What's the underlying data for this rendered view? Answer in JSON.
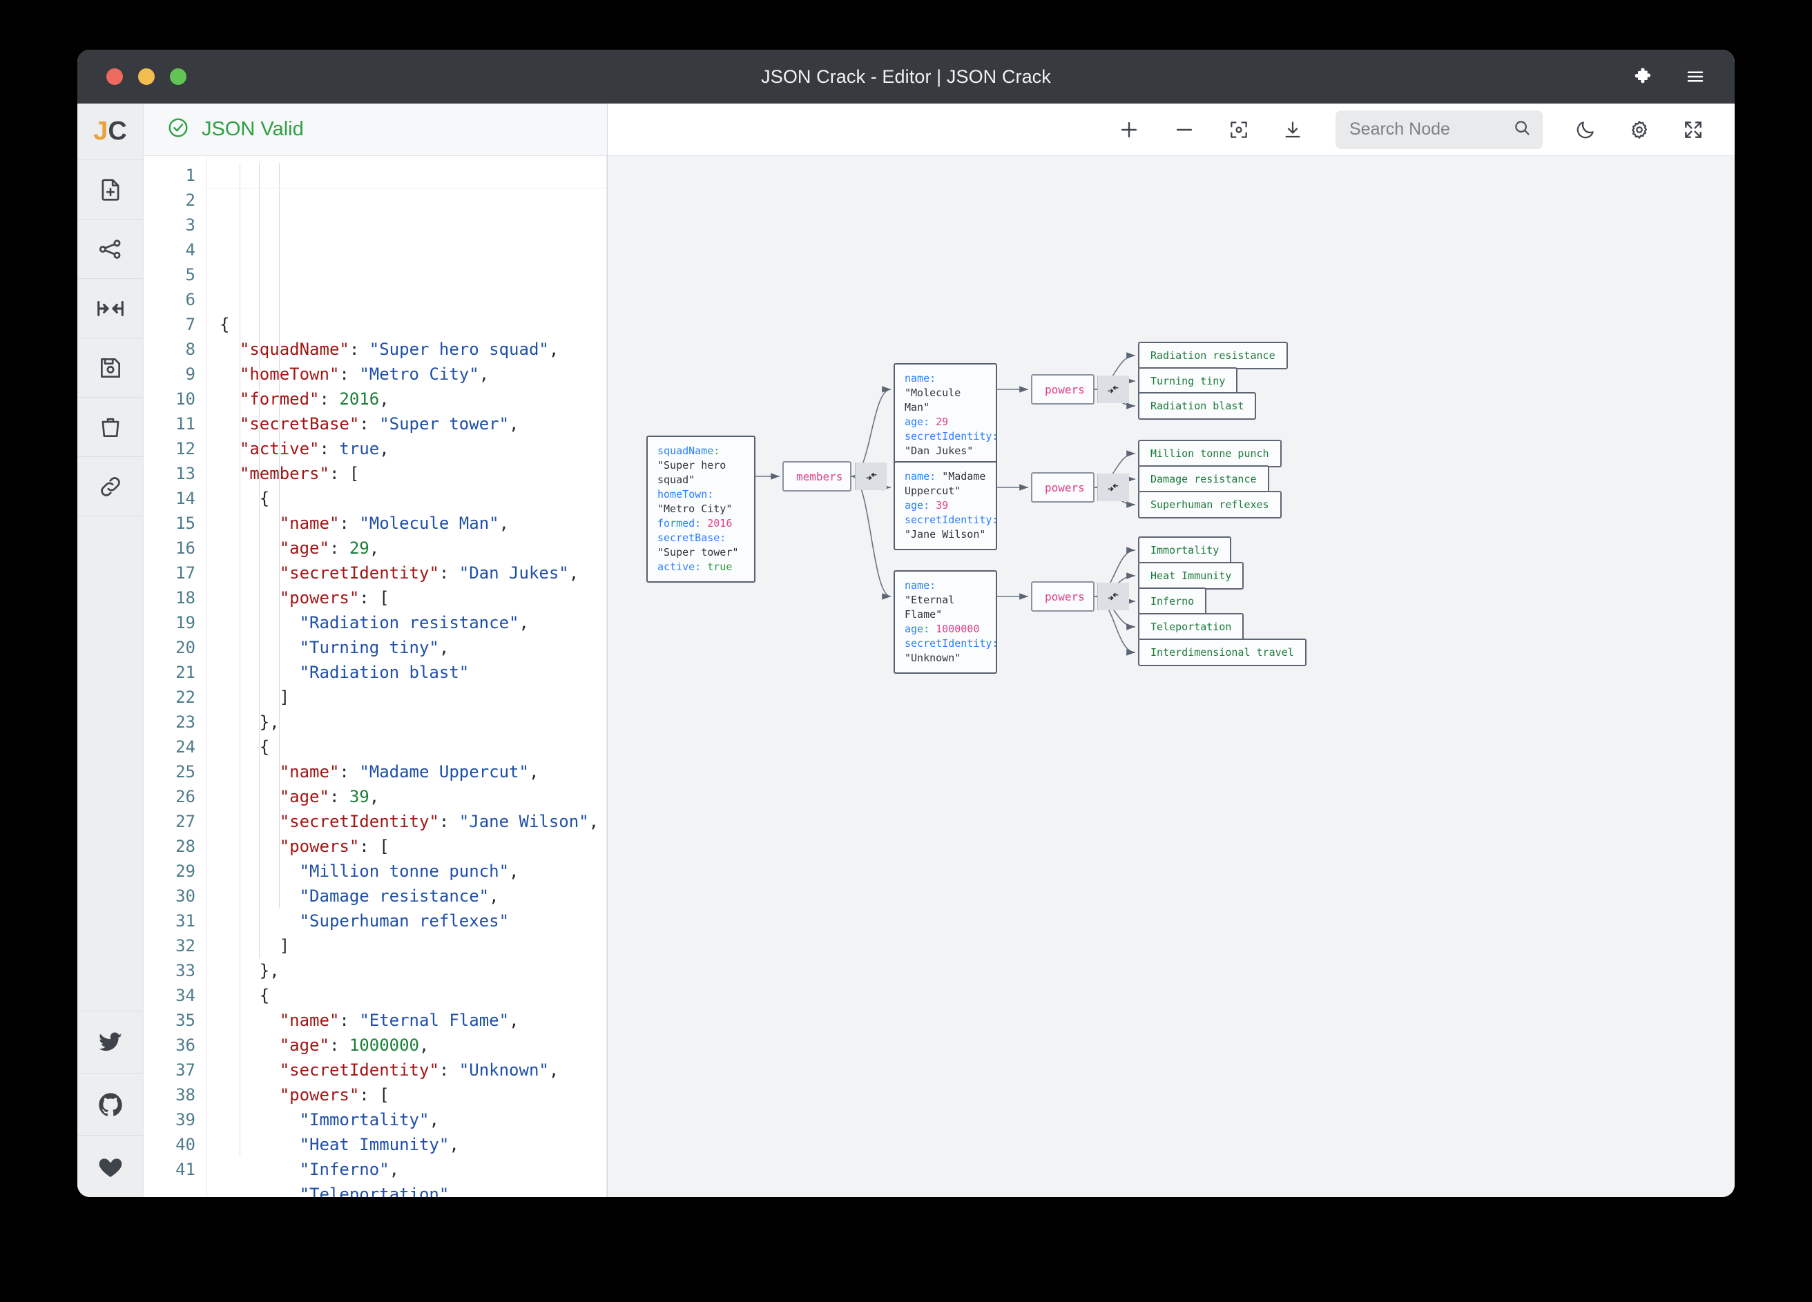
{
  "window": {
    "title": "JSON Crack - Editor | JSON Crack",
    "traffic_lights": [
      "close-red",
      "minimize-yellow",
      "maximize-green"
    ],
    "right_icons": [
      "puzzle-extension-icon",
      "hamburger-menu-icon"
    ]
  },
  "rail": {
    "logo": {
      "j": "J",
      "c": "C"
    },
    "items": [
      {
        "name": "new-document-icon",
        "label": "New Document"
      },
      {
        "name": "share-graph-icon",
        "label": "Share"
      },
      {
        "name": "collapse-expand-icon",
        "label": "Collapse"
      },
      {
        "name": "save-icon",
        "label": "Save"
      },
      {
        "name": "delete-icon",
        "label": "Delete"
      },
      {
        "name": "link-icon",
        "label": "Link"
      }
    ],
    "social": [
      {
        "name": "twitter-icon",
        "label": "Twitter"
      },
      {
        "name": "github-icon",
        "label": "GitHub"
      },
      {
        "name": "heart-icon",
        "label": "Sponsor"
      }
    ]
  },
  "editor": {
    "status": "JSON Valid",
    "status_color": "#2f9e44",
    "status_icon": "check-circle-icon",
    "total_lines": 41,
    "lines": [
      {
        "n": 1,
        "tokens": [
          {
            "t": "p",
            "v": "{"
          }
        ]
      },
      {
        "n": 2,
        "tokens": [
          {
            "t": "p",
            "v": "  "
          },
          {
            "t": "k",
            "v": "\"squadName\""
          },
          {
            "t": "p",
            "v": ": "
          },
          {
            "t": "s",
            "v": "\"Super hero squad\""
          },
          {
            "t": "p",
            "v": ","
          }
        ]
      },
      {
        "n": 3,
        "tokens": [
          {
            "t": "p",
            "v": "  "
          },
          {
            "t": "k",
            "v": "\"homeTown\""
          },
          {
            "t": "p",
            "v": ": "
          },
          {
            "t": "s",
            "v": "\"Metro City\""
          },
          {
            "t": "p",
            "v": ","
          }
        ]
      },
      {
        "n": 4,
        "tokens": [
          {
            "t": "p",
            "v": "  "
          },
          {
            "t": "k",
            "v": "\"formed\""
          },
          {
            "t": "p",
            "v": ": "
          },
          {
            "t": "n",
            "v": "2016"
          },
          {
            "t": "p",
            "v": ","
          }
        ]
      },
      {
        "n": 5,
        "tokens": [
          {
            "t": "p",
            "v": "  "
          },
          {
            "t": "k",
            "v": "\"secretBase\""
          },
          {
            "t": "p",
            "v": ": "
          },
          {
            "t": "s",
            "v": "\"Super tower\""
          },
          {
            "t": "p",
            "v": ","
          }
        ]
      },
      {
        "n": 6,
        "tokens": [
          {
            "t": "p",
            "v": "  "
          },
          {
            "t": "k",
            "v": "\"active\""
          },
          {
            "t": "p",
            "v": ": "
          },
          {
            "t": "b",
            "v": "true"
          },
          {
            "t": "p",
            "v": ","
          }
        ]
      },
      {
        "n": 7,
        "tokens": [
          {
            "t": "p",
            "v": "  "
          },
          {
            "t": "k",
            "v": "\"members\""
          },
          {
            "t": "p",
            "v": ": ["
          }
        ]
      },
      {
        "n": 8,
        "tokens": [
          {
            "t": "p",
            "v": "    {"
          }
        ]
      },
      {
        "n": 9,
        "tokens": [
          {
            "t": "p",
            "v": "      "
          },
          {
            "t": "k",
            "v": "\"name\""
          },
          {
            "t": "p",
            "v": ": "
          },
          {
            "t": "s",
            "v": "\"Molecule Man\""
          },
          {
            "t": "p",
            "v": ","
          }
        ]
      },
      {
        "n": 10,
        "tokens": [
          {
            "t": "p",
            "v": "      "
          },
          {
            "t": "k",
            "v": "\"age\""
          },
          {
            "t": "p",
            "v": ": "
          },
          {
            "t": "n",
            "v": "29"
          },
          {
            "t": "p",
            "v": ","
          }
        ]
      },
      {
        "n": 11,
        "tokens": [
          {
            "t": "p",
            "v": "      "
          },
          {
            "t": "k",
            "v": "\"secretIdentity\""
          },
          {
            "t": "p",
            "v": ": "
          },
          {
            "t": "s",
            "v": "\"Dan Jukes\""
          },
          {
            "t": "p",
            "v": ","
          }
        ]
      },
      {
        "n": 12,
        "tokens": [
          {
            "t": "p",
            "v": "      "
          },
          {
            "t": "k",
            "v": "\"powers\""
          },
          {
            "t": "p",
            "v": ": ["
          }
        ]
      },
      {
        "n": 13,
        "tokens": [
          {
            "t": "p",
            "v": "        "
          },
          {
            "t": "s",
            "v": "\"Radiation resistance\""
          },
          {
            "t": "p",
            "v": ","
          }
        ]
      },
      {
        "n": 14,
        "tokens": [
          {
            "t": "p",
            "v": "        "
          },
          {
            "t": "s",
            "v": "\"Turning tiny\""
          },
          {
            "t": "p",
            "v": ","
          }
        ]
      },
      {
        "n": 15,
        "tokens": [
          {
            "t": "p",
            "v": "        "
          },
          {
            "t": "s",
            "v": "\"Radiation blast\""
          }
        ]
      },
      {
        "n": 16,
        "tokens": [
          {
            "t": "p",
            "v": "      ]"
          }
        ]
      },
      {
        "n": 17,
        "tokens": [
          {
            "t": "p",
            "v": "    },"
          }
        ]
      },
      {
        "n": 18,
        "tokens": [
          {
            "t": "p",
            "v": "    {"
          }
        ]
      },
      {
        "n": 19,
        "tokens": [
          {
            "t": "p",
            "v": "      "
          },
          {
            "t": "k",
            "v": "\"name\""
          },
          {
            "t": "p",
            "v": ": "
          },
          {
            "t": "s",
            "v": "\"Madame Uppercut\""
          },
          {
            "t": "p",
            "v": ","
          }
        ]
      },
      {
        "n": 20,
        "tokens": [
          {
            "t": "p",
            "v": "      "
          },
          {
            "t": "k",
            "v": "\"age\""
          },
          {
            "t": "p",
            "v": ": "
          },
          {
            "t": "n",
            "v": "39"
          },
          {
            "t": "p",
            "v": ","
          }
        ]
      },
      {
        "n": 21,
        "tokens": [
          {
            "t": "p",
            "v": "      "
          },
          {
            "t": "k",
            "v": "\"secretIdentity\""
          },
          {
            "t": "p",
            "v": ": "
          },
          {
            "t": "s",
            "v": "\"Jane Wilson\""
          },
          {
            "t": "p",
            "v": ","
          }
        ]
      },
      {
        "n": 22,
        "tokens": [
          {
            "t": "p",
            "v": "      "
          },
          {
            "t": "k",
            "v": "\"powers\""
          },
          {
            "t": "p",
            "v": ": ["
          }
        ]
      },
      {
        "n": 23,
        "tokens": [
          {
            "t": "p",
            "v": "        "
          },
          {
            "t": "s",
            "v": "\"Million tonne punch\""
          },
          {
            "t": "p",
            "v": ","
          }
        ]
      },
      {
        "n": 24,
        "tokens": [
          {
            "t": "p",
            "v": "        "
          },
          {
            "t": "s",
            "v": "\"Damage resistance\""
          },
          {
            "t": "p",
            "v": ","
          }
        ]
      },
      {
        "n": 25,
        "tokens": [
          {
            "t": "p",
            "v": "        "
          },
          {
            "t": "s",
            "v": "\"Superhuman reflexes\""
          }
        ]
      },
      {
        "n": 26,
        "tokens": [
          {
            "t": "p",
            "v": "      ]"
          }
        ]
      },
      {
        "n": 27,
        "tokens": [
          {
            "t": "p",
            "v": "    },"
          }
        ]
      },
      {
        "n": 28,
        "tokens": [
          {
            "t": "p",
            "v": "    {"
          }
        ]
      },
      {
        "n": 29,
        "tokens": [
          {
            "t": "p",
            "v": "      "
          },
          {
            "t": "k",
            "v": "\"name\""
          },
          {
            "t": "p",
            "v": ": "
          },
          {
            "t": "s",
            "v": "\"Eternal Flame\""
          },
          {
            "t": "p",
            "v": ","
          }
        ]
      },
      {
        "n": 30,
        "tokens": [
          {
            "t": "p",
            "v": "      "
          },
          {
            "t": "k",
            "v": "\"age\""
          },
          {
            "t": "p",
            "v": ": "
          },
          {
            "t": "n",
            "v": "1000000"
          },
          {
            "t": "p",
            "v": ","
          }
        ]
      },
      {
        "n": 31,
        "tokens": [
          {
            "t": "p",
            "v": "      "
          },
          {
            "t": "k",
            "v": "\"secretIdentity\""
          },
          {
            "t": "p",
            "v": ": "
          },
          {
            "t": "s",
            "v": "\"Unknown\""
          },
          {
            "t": "p",
            "v": ","
          }
        ]
      },
      {
        "n": 32,
        "tokens": [
          {
            "t": "p",
            "v": "      "
          },
          {
            "t": "k",
            "v": "\"powers\""
          },
          {
            "t": "p",
            "v": ": ["
          }
        ]
      },
      {
        "n": 33,
        "tokens": [
          {
            "t": "p",
            "v": "        "
          },
          {
            "t": "s",
            "v": "\"Immortality\""
          },
          {
            "t": "p",
            "v": ","
          }
        ]
      },
      {
        "n": 34,
        "tokens": [
          {
            "t": "p",
            "v": "        "
          },
          {
            "t": "s",
            "v": "\"Heat Immunity\""
          },
          {
            "t": "p",
            "v": ","
          }
        ]
      },
      {
        "n": 35,
        "tokens": [
          {
            "t": "p",
            "v": "        "
          },
          {
            "t": "s",
            "v": "\"Inferno\""
          },
          {
            "t": "p",
            "v": ","
          }
        ]
      },
      {
        "n": 36,
        "tokens": [
          {
            "t": "p",
            "v": "        "
          },
          {
            "t": "s",
            "v": "\"Teleportation\""
          },
          {
            "t": "p",
            "v": ","
          }
        ]
      },
      {
        "n": 37,
        "tokens": [
          {
            "t": "p",
            "v": "        "
          },
          {
            "t": "s",
            "v": "\"Interdimensional travel\""
          }
        ]
      },
      {
        "n": 38,
        "tokens": [
          {
            "t": "p",
            "v": "      ]"
          }
        ]
      },
      {
        "n": 39,
        "tokens": [
          {
            "t": "p",
            "v": "    }"
          }
        ]
      },
      {
        "n": 40,
        "tokens": [
          {
            "t": "p",
            "v": "  ]"
          }
        ]
      },
      {
        "n": 41,
        "tokens": [
          {
            "t": "p",
            "v": "}"
          }
        ]
      }
    ]
  },
  "graph_toolbar": {
    "zoom_in": "zoom-in-icon",
    "zoom_out": "zoom-out-icon",
    "center": "center-view-icon",
    "download": "download-icon",
    "search_placeholder": "Search Node",
    "search_value": "",
    "search_icon": "search-icon",
    "theme_toggle": "moon-icon",
    "settings": "gear-icon",
    "fullscreen": "fullscreen-icon"
  },
  "graph": {
    "root": {
      "fields": [
        {
          "key": "squadName",
          "value": "\"Super hero squad\"",
          "type": "str"
        },
        {
          "key": "homeTown",
          "value": "\"Metro City\"",
          "type": "str"
        },
        {
          "key": "formed",
          "value": "2016",
          "type": "num"
        },
        {
          "key": "secretBase",
          "value": "\"Super tower\"",
          "type": "str"
        },
        {
          "key": "active",
          "value": "true",
          "type": "bool"
        }
      ]
    },
    "members_label": "members",
    "collapse_icon": "collapse-arrows-icon",
    "members": [
      {
        "fields": [
          {
            "key": "name",
            "value": "\"Molecule Man\"",
            "type": "str"
          },
          {
            "key": "age",
            "value": "29",
            "type": "num"
          },
          {
            "key": "secretIdentity",
            "value": "\"Dan Jukes\"",
            "type": "str"
          }
        ],
        "powers_label": "powers",
        "powers": [
          "Radiation resistance",
          "Turning tiny",
          "Radiation blast"
        ]
      },
      {
        "fields": [
          {
            "key": "name",
            "value": "\"Madame Uppercut\"",
            "type": "str"
          },
          {
            "key": "age",
            "value": "39",
            "type": "num"
          },
          {
            "key": "secretIdentity",
            "value": "\"Jane Wilson\"",
            "type": "str"
          }
        ],
        "powers_label": "powers",
        "powers": [
          "Million tonne punch",
          "Damage resistance",
          "Superhuman reflexes"
        ]
      },
      {
        "fields": [
          {
            "key": "name",
            "value": "\"Eternal Flame\"",
            "type": "str"
          },
          {
            "key": "age",
            "value": "1000000",
            "type": "num"
          },
          {
            "key": "secretIdentity",
            "value": "\"Unknown\"",
            "type": "str"
          }
        ],
        "powers_label": "powers",
        "powers": [
          "Immortality",
          "Heat Immunity",
          "Inferno",
          "Teleportation",
          "Interdimensional travel"
        ]
      }
    ]
  },
  "colors": {
    "titlebar": "#373a3f",
    "valid_green": "#2f9e44",
    "node_key": "#2a7fff",
    "node_num": "#e0408a",
    "node_bool": "#2f9e44",
    "leaf_text": "#1e7a3c",
    "parent_label": "#e0408a",
    "canvas_bg": "#f1f3f5",
    "logo_accent": "#e8a33d"
  }
}
